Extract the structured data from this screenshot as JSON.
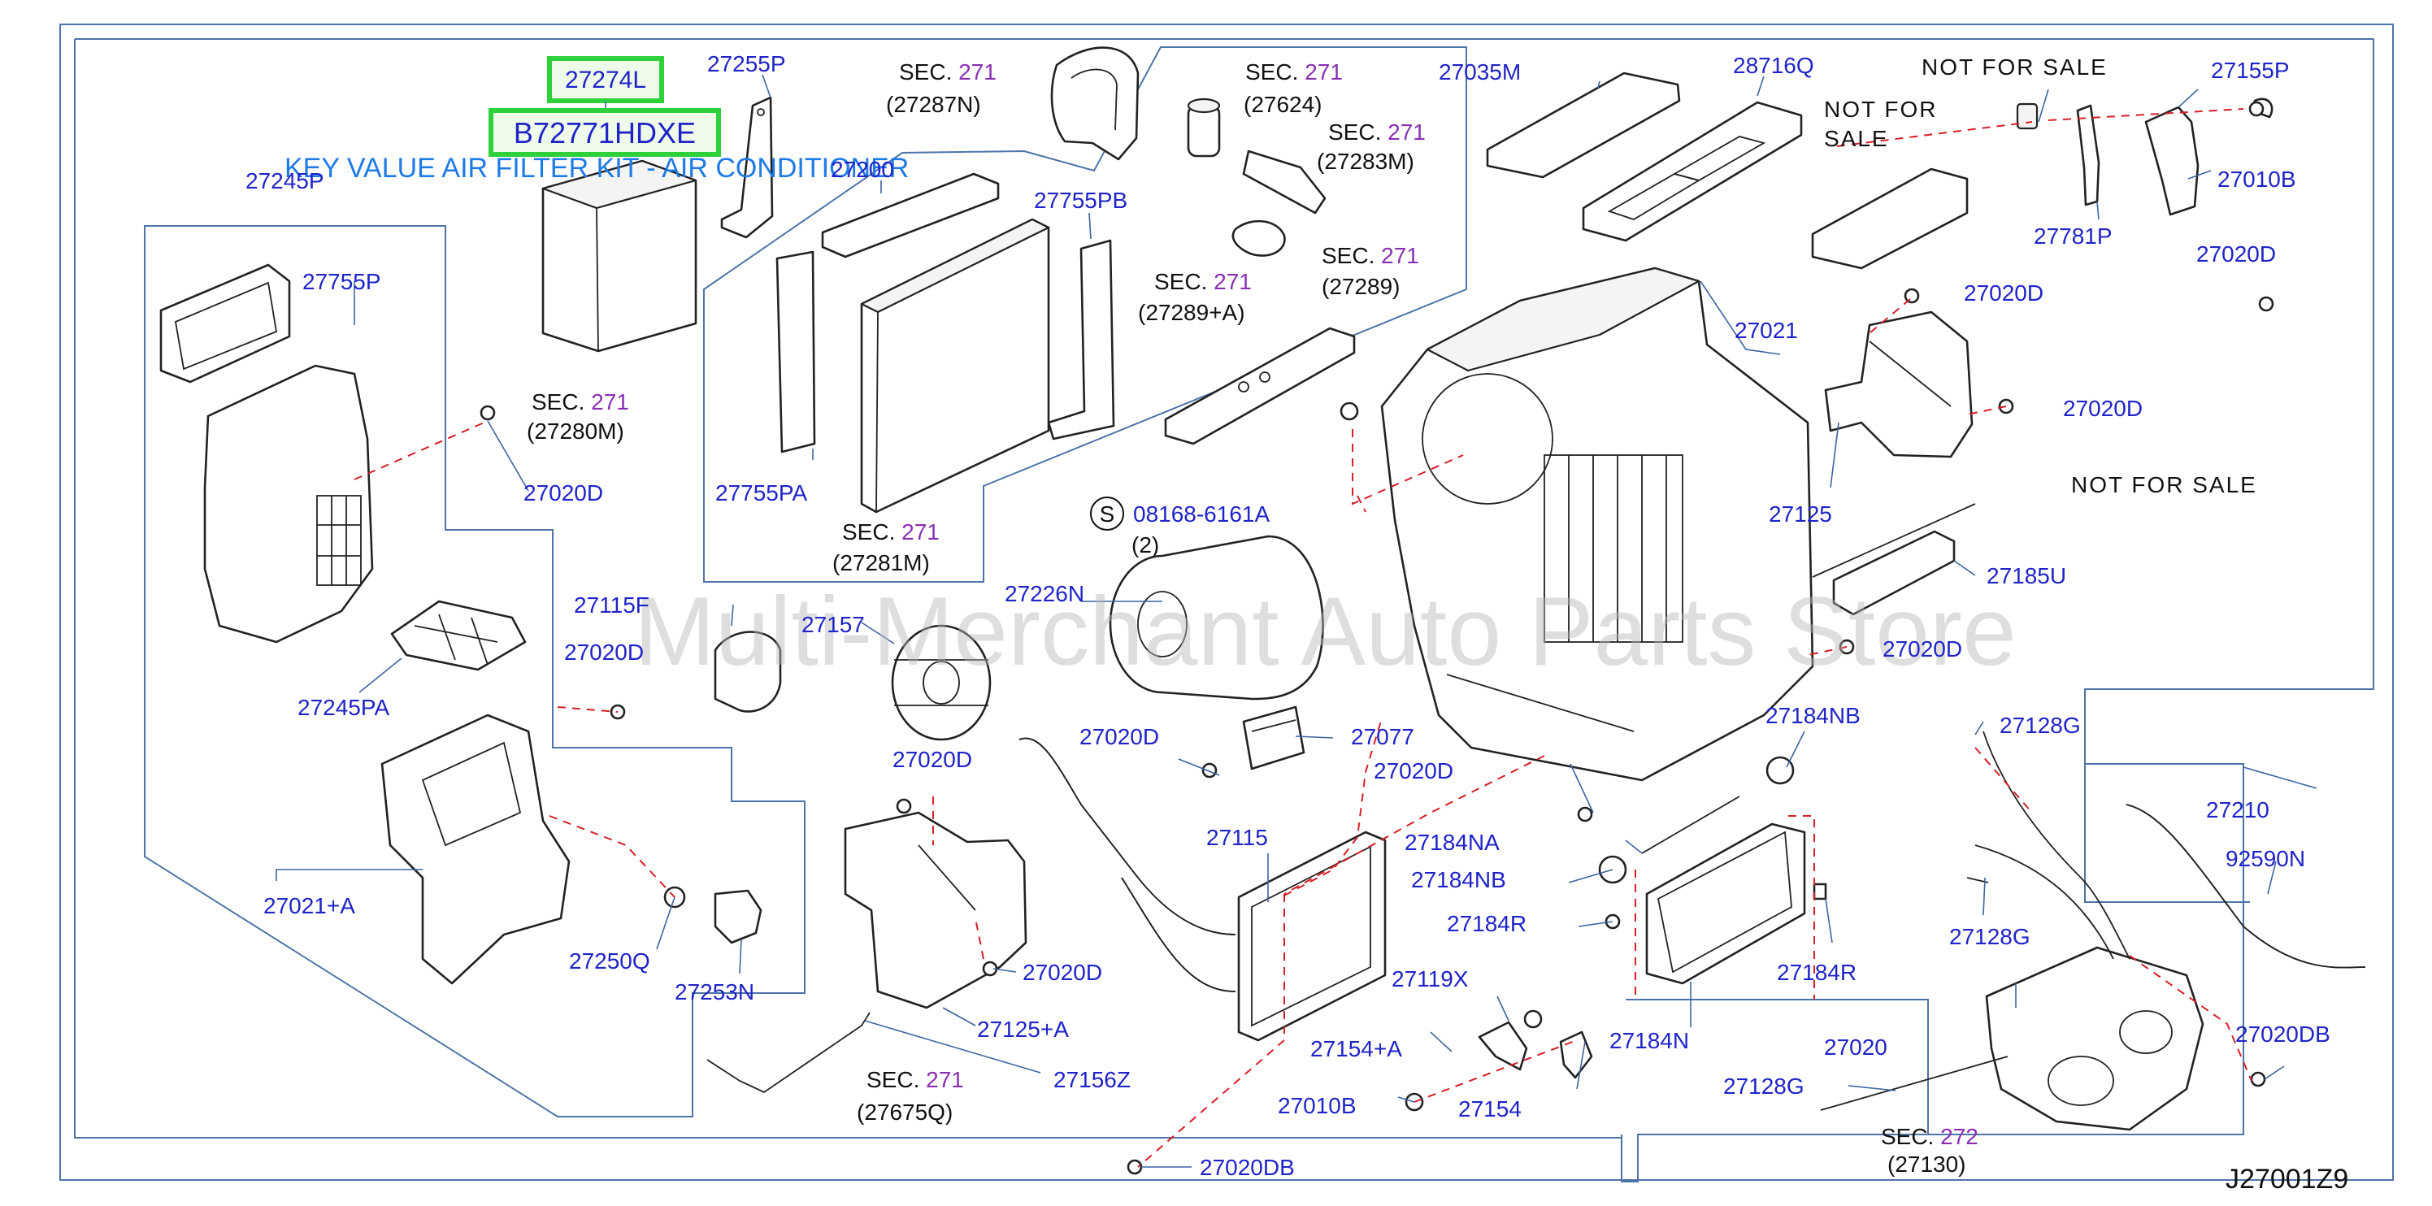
{
  "diagram_code": "J27001Z9",
  "watermark": "Multi-Merchant Auto Parts Store",
  "highlight": {
    "part_number": "27274L",
    "oem_code": "B72771HDXE",
    "description": "KEY VALUE AIR FILTER KIT - AIR CONDITIONER"
  },
  "not_for_sale": "NOT FOR SALE",
  "not_for_sale_lines": [
    "NOT FOR",
    "SALE"
  ],
  "sec_prefix": "SEC.",
  "bolt_symbol": "S",
  "sections": [
    {
      "sec": "271",
      "ref": "(27287N)"
    },
    {
      "sec": "271",
      "ref": "(27624)"
    },
    {
      "sec": "271",
      "ref": "(27283M)"
    },
    {
      "sec": "271",
      "ref": "(27289)"
    },
    {
      "sec": "271",
      "ref": "(27289+A)"
    },
    {
      "sec": "271",
      "ref": "(27280M)"
    },
    {
      "sec": "271",
      "ref": "(27281M)"
    },
    {
      "sec": "271",
      "ref": "(27675Q)"
    },
    {
      "sec": "272",
      "ref": "(27130)"
    }
  ],
  "bolt_callout": {
    "part": "08168-6161A",
    "qty": "(2)"
  },
  "parts": [
    "27255P",
    "27035M",
    "28716Q",
    "27155P",
    "27245P",
    "27200",
    "27755PB",
    "27010B",
    "27781P",
    "27020D",
    "27020D",
    "27755P",
    "27021",
    "27020D",
    "27020D",
    "27755PA",
    "27125",
    "27185U",
    "27115F",
    "27226N",
    "27157",
    "27020D",
    "27020D",
    "27245PA",
    "27020D",
    "27077",
    "27184NB",
    "27128G",
    "27020D",
    "27020D",
    "27210",
    "27184NA",
    "27115",
    "27184NB",
    "92590N",
    "27021+A",
    "27184R",
    "27128G",
    "27250Q",
    "27020D",
    "27119X",
    "27184R",
    "27253N",
    "27125+A",
    "27020DB",
    "27154+A",
    "27184N",
    "27020",
    "27156Z",
    "27128G",
    "27010B",
    "27154",
    "27020DB"
  ]
}
